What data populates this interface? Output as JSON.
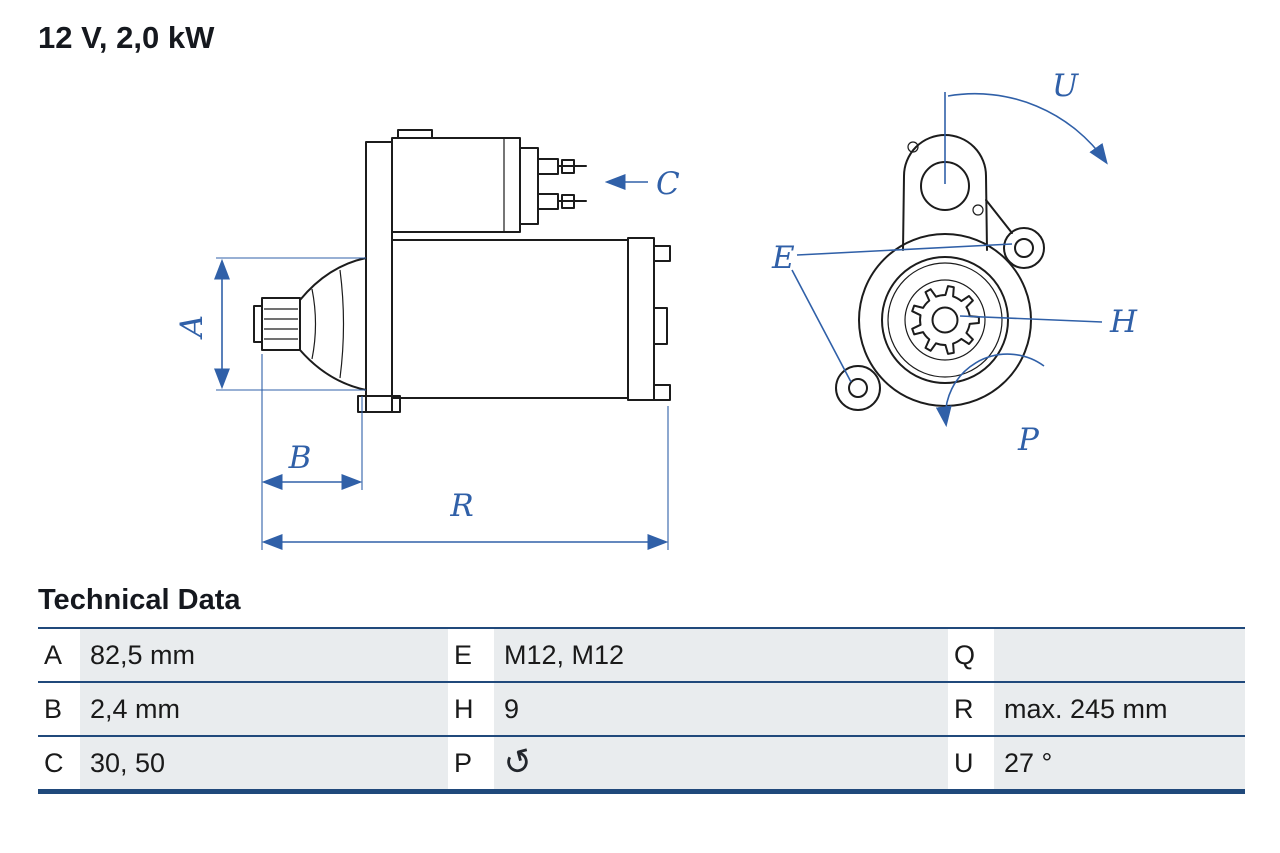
{
  "title": "12 V, 2,0 kW",
  "drawing": {
    "labels": {
      "A": "A",
      "B": "B",
      "C": "C",
      "R": "R",
      "E": "E",
      "H": "H",
      "P": "P",
      "U": "U"
    }
  },
  "technical_data": {
    "heading": "Technical Data",
    "rotation_icon": "↺",
    "rows": [
      {
        "cells": [
          {
            "key": "A",
            "value": "82,5 mm"
          },
          {
            "key": "E",
            "value": "M12, M12"
          },
          {
            "key": "Q",
            "value": ""
          }
        ]
      },
      {
        "cells": [
          {
            "key": "B",
            "value": "2,4 mm"
          },
          {
            "key": "H",
            "value": "9"
          },
          {
            "key": "R",
            "value": "max. 245 mm"
          }
        ]
      },
      {
        "cells": [
          {
            "key": "C",
            "value": "30, 50"
          },
          {
            "key": "P",
            "value": ""
          },
          {
            "key": "U",
            "value": "27 °"
          }
        ]
      }
    ]
  },
  "colors": {
    "annotation_blue": "#3060a8",
    "drawing_black": "#1c1c1c",
    "table_border_navy": "#20497b",
    "value_cell_background": "#e9ecee"
  }
}
